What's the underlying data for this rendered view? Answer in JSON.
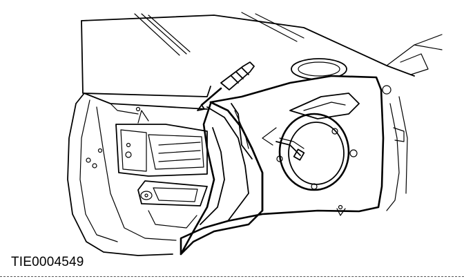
{
  "figure": {
    "reference_code": "TIE0004549"
  },
  "icons": {
    "door": "door-trim-panel-removal-illustration",
    "tool": "trim-removal-screwdriver"
  }
}
